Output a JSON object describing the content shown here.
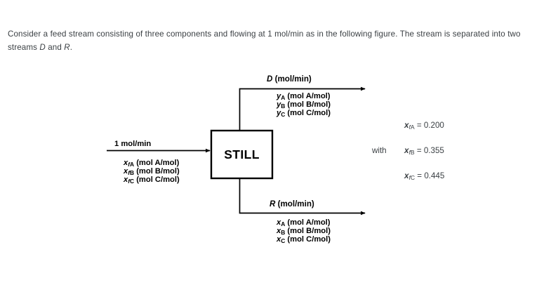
{
  "intro": {
    "line1_a": "Consider a feed stream consisting of three components and flowing at 1 mol/min as in the following figure. The stream is separated into two streams ",
    "var_d": "D",
    "conj": " and ",
    "var_r": "R",
    "period": "."
  },
  "diagram": {
    "unit": {
      "label": "STILL"
    },
    "feed": {
      "rate_label": "1 mol/min",
      "compositions": [
        {
          "symbol": "x",
          "subscript": "fA",
          "sub_italic": "f",
          "sub_roman": "A",
          "units": "(mol A/mol)"
        },
        {
          "symbol": "x",
          "subscript": "fB",
          "sub_italic": "f",
          "sub_roman": "B",
          "units": "(mol B/mol)"
        },
        {
          "symbol": "x",
          "subscript": "fC",
          "sub_italic": "f",
          "sub_roman": "C",
          "units": "(mol C/mol)"
        }
      ]
    },
    "distillate": {
      "stream_symbol": "D",
      "stream_units": "(mol/min)",
      "compositions": [
        {
          "symbol": "y",
          "sub_italic": "",
          "sub_roman": "A",
          "units": "(mol A/mol)"
        },
        {
          "symbol": "y",
          "sub_italic": "",
          "sub_roman": "B",
          "units": "(mol B/mol)"
        },
        {
          "symbol": "y",
          "sub_italic": "",
          "sub_roman": "C",
          "units": "(mol C/mol)"
        }
      ]
    },
    "residue": {
      "stream_symbol": "R",
      "stream_units": "(mol/min)",
      "compositions": [
        {
          "symbol": "x",
          "sub_italic": "",
          "sub_roman": "A",
          "units": "(mol A/mol)"
        },
        {
          "symbol": "x",
          "sub_italic": "",
          "sub_roman": "B",
          "units": "(mol B/mol)"
        },
        {
          "symbol": "x",
          "sub_italic": "",
          "sub_roman": "C",
          "units": "(mol C/mol)"
        }
      ]
    }
  },
  "given": {
    "with_word": "with",
    "rows": [
      {
        "symbol": "x",
        "sub_italic": "f",
        "sub_roman": "A",
        "equals": "=",
        "value": "0.200"
      },
      {
        "symbol": "x",
        "sub_italic": "f",
        "sub_roman": "B",
        "equals": "=",
        "value": "0.355"
      },
      {
        "symbol": "x",
        "sub_italic": "f",
        "sub_roman": "C",
        "equals": "=",
        "value": "0.445"
      }
    ]
  },
  "colors": {
    "text": "#3a3f43",
    "diagram_line": "#000000",
    "background": "#ffffff"
  }
}
